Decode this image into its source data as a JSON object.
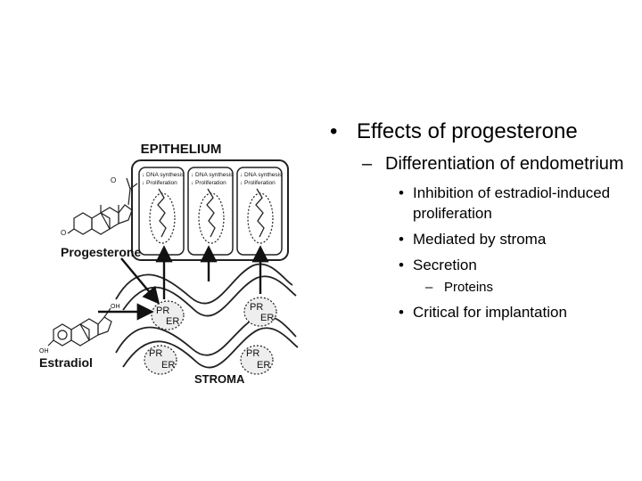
{
  "figure": {
    "title": "EPITHELIUM",
    "cells": [
      {
        "line1": "↓ DNA synthesis",
        "line2": "↓ Proliferation"
      },
      {
        "line1": "↓ DNA synthesis",
        "line2": "↓ Proliferation"
      },
      {
        "line1": "↓ DNA synthesis",
        "line2": "↓ Proliferation"
      }
    ],
    "receptor_pr": "PR",
    "receptor_er": "ER",
    "label_progesterone": "Progesterone",
    "label_estradiol": "Estradiol",
    "label_stroma": "STROMA",
    "atom_oh": "OH"
  },
  "bullets": {
    "level1_marker": "•",
    "level2_marker": "–",
    "level3_marker": "•",
    "level4_marker": "–",
    "item1": "Effects of progesterone",
    "item2": "Differentiation of endometrium",
    "item3a": "Inhibition of estradiol-induced proliferation",
    "item3b": "Mediated by stroma",
    "item3c": "Secretion",
    "item4": "Proteins",
    "item3d": "Critical for implantation"
  }
}
